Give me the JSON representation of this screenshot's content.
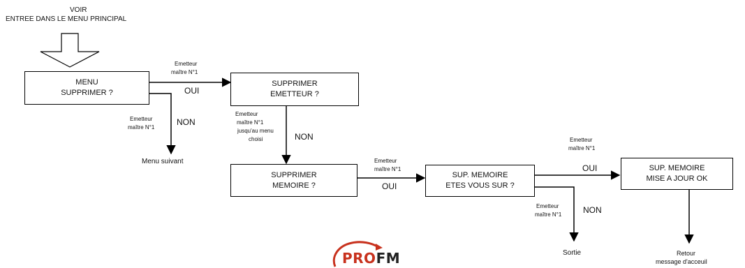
{
  "top": {
    "line1": "VOIR",
    "line2": "ENTREE DANS LE MENU PRINCIPAL"
  },
  "boxes": {
    "menu_supprimer": [
      "MENU",
      "SUPPRIMER ?"
    ],
    "supprimer_emetteur": [
      "SUPPRIMER",
      "EMETTEUR  ?"
    ],
    "supprimer_memoire": [
      "SUPPRIMER",
      "MEMOIRE  ?"
    ],
    "sup_memoire_confirm": [
      "SUP.  MEMOIRE",
      "ETES VOUS SUR  ?"
    ],
    "sup_memoire_ok": [
      "SUP. MEMOIRE",
      "MISE A JOUR OK"
    ]
  },
  "labels": {
    "emetteur": "Emetteur",
    "maitre": "maître N°1",
    "jusqu": "jusqu'au menu",
    "choisi": "choisi",
    "oui": "OUI",
    "non": "NON",
    "menu_suivant": "Menu suivant",
    "sortie": "Sortie",
    "retour": "Retour",
    "message_accueil": "message d'acceuil"
  },
  "logo": {
    "pro": "PRO",
    "fm": "FM",
    "colors": {
      "pro": "#c8321e",
      "fm": "#222222"
    }
  }
}
